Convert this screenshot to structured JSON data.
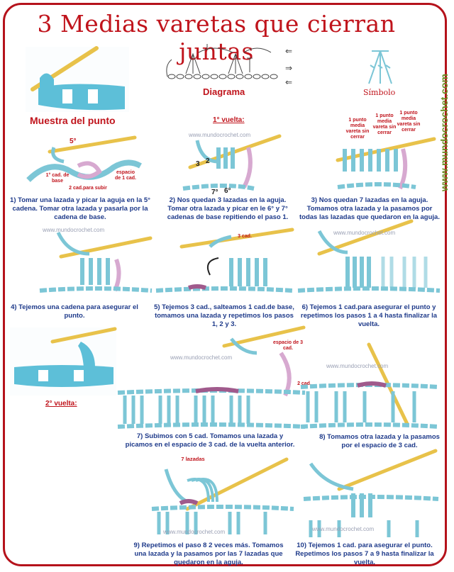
{
  "title": "3 Medias varetas que cierran juntas",
  "site_vertical": "www.mundocrochet.com",
  "watermark": "www.mundocrochet.com",
  "diagram_label": "Diagrama",
  "symbol_label": "Símbolo",
  "sample_label": "Muestra del punto",
  "row1_label": "1° vuelta:",
  "row2_label": "2° vuelta:",
  "notes": {
    "n5": "5°",
    "chain_base": "1° cad. de base",
    "space_1cad": "espacio de 1 cad.",
    "two_cad_up": "2 cad.para subir",
    "n3": "3",
    "n2": "2",
    "n7": "7°",
    "n6": "6°",
    "half1": "1 punto media vareta sin cerrar",
    "half2": "1 punto media vareta sin cerrar",
    "half3": "1 punto media vareta sin cerrar",
    "three_cad": "3 cad.",
    "space_3cad": "espacio de 3 cad.",
    "two_cad": "2 cad.",
    "seven_loops": "7 lazadas"
  },
  "steps": [
    "1) Tomar una lazada y picar la aguja en la 5° cadena. Tomar otra lazada y pasarla por la cadena de base.",
    "2) Nos quedan 3 lazadas en la aguja. Tomar otra lazada y picar en le 6° y 7° cadenas de base repitiendo el paso 1.",
    "3) Nos quedan 7 lazadas en la aguja. Tomamos otra lazada y la pasamos por todas las lazadas que quedaron en la aguja.",
    "4) Tejemos una cadena para asegurar el punto.",
    "5) Tejemos 3 cad., salteamos 1 cad.de base,  tomamos una lazada y repetimos los pasos 1, 2 y 3.",
    "6) Tejemos 1 cad.para asegurar el punto y repetimos los pasos 1 a 4 hasta finalizar la vuelta.",
    "7) Subimos con 5 cad. Tomamos una lazada y picamos en el espacio de 3 cad. de la vuelta anterior.",
    "8) Tomamos otra lazada y la pasamos por el espacio de 3 cad.",
    "9) Repetimos el paso 8 2 veces más. Tomamos una lazada y la pasamos por las 7 lazadas que quedaron en la aguja.",
    "10) Tejemos 1 cad. para asegurar el punto. Repetimos los pasos 7 a 9 hasta finalizar la vuelta."
  ],
  "colors": {
    "frame": "#b5121b",
    "yarn": "#7cc6d6",
    "yarn_pink": "#d7a9d0",
    "hook": "#e8c24a",
    "text_caption": "#1e3a8a"
  }
}
